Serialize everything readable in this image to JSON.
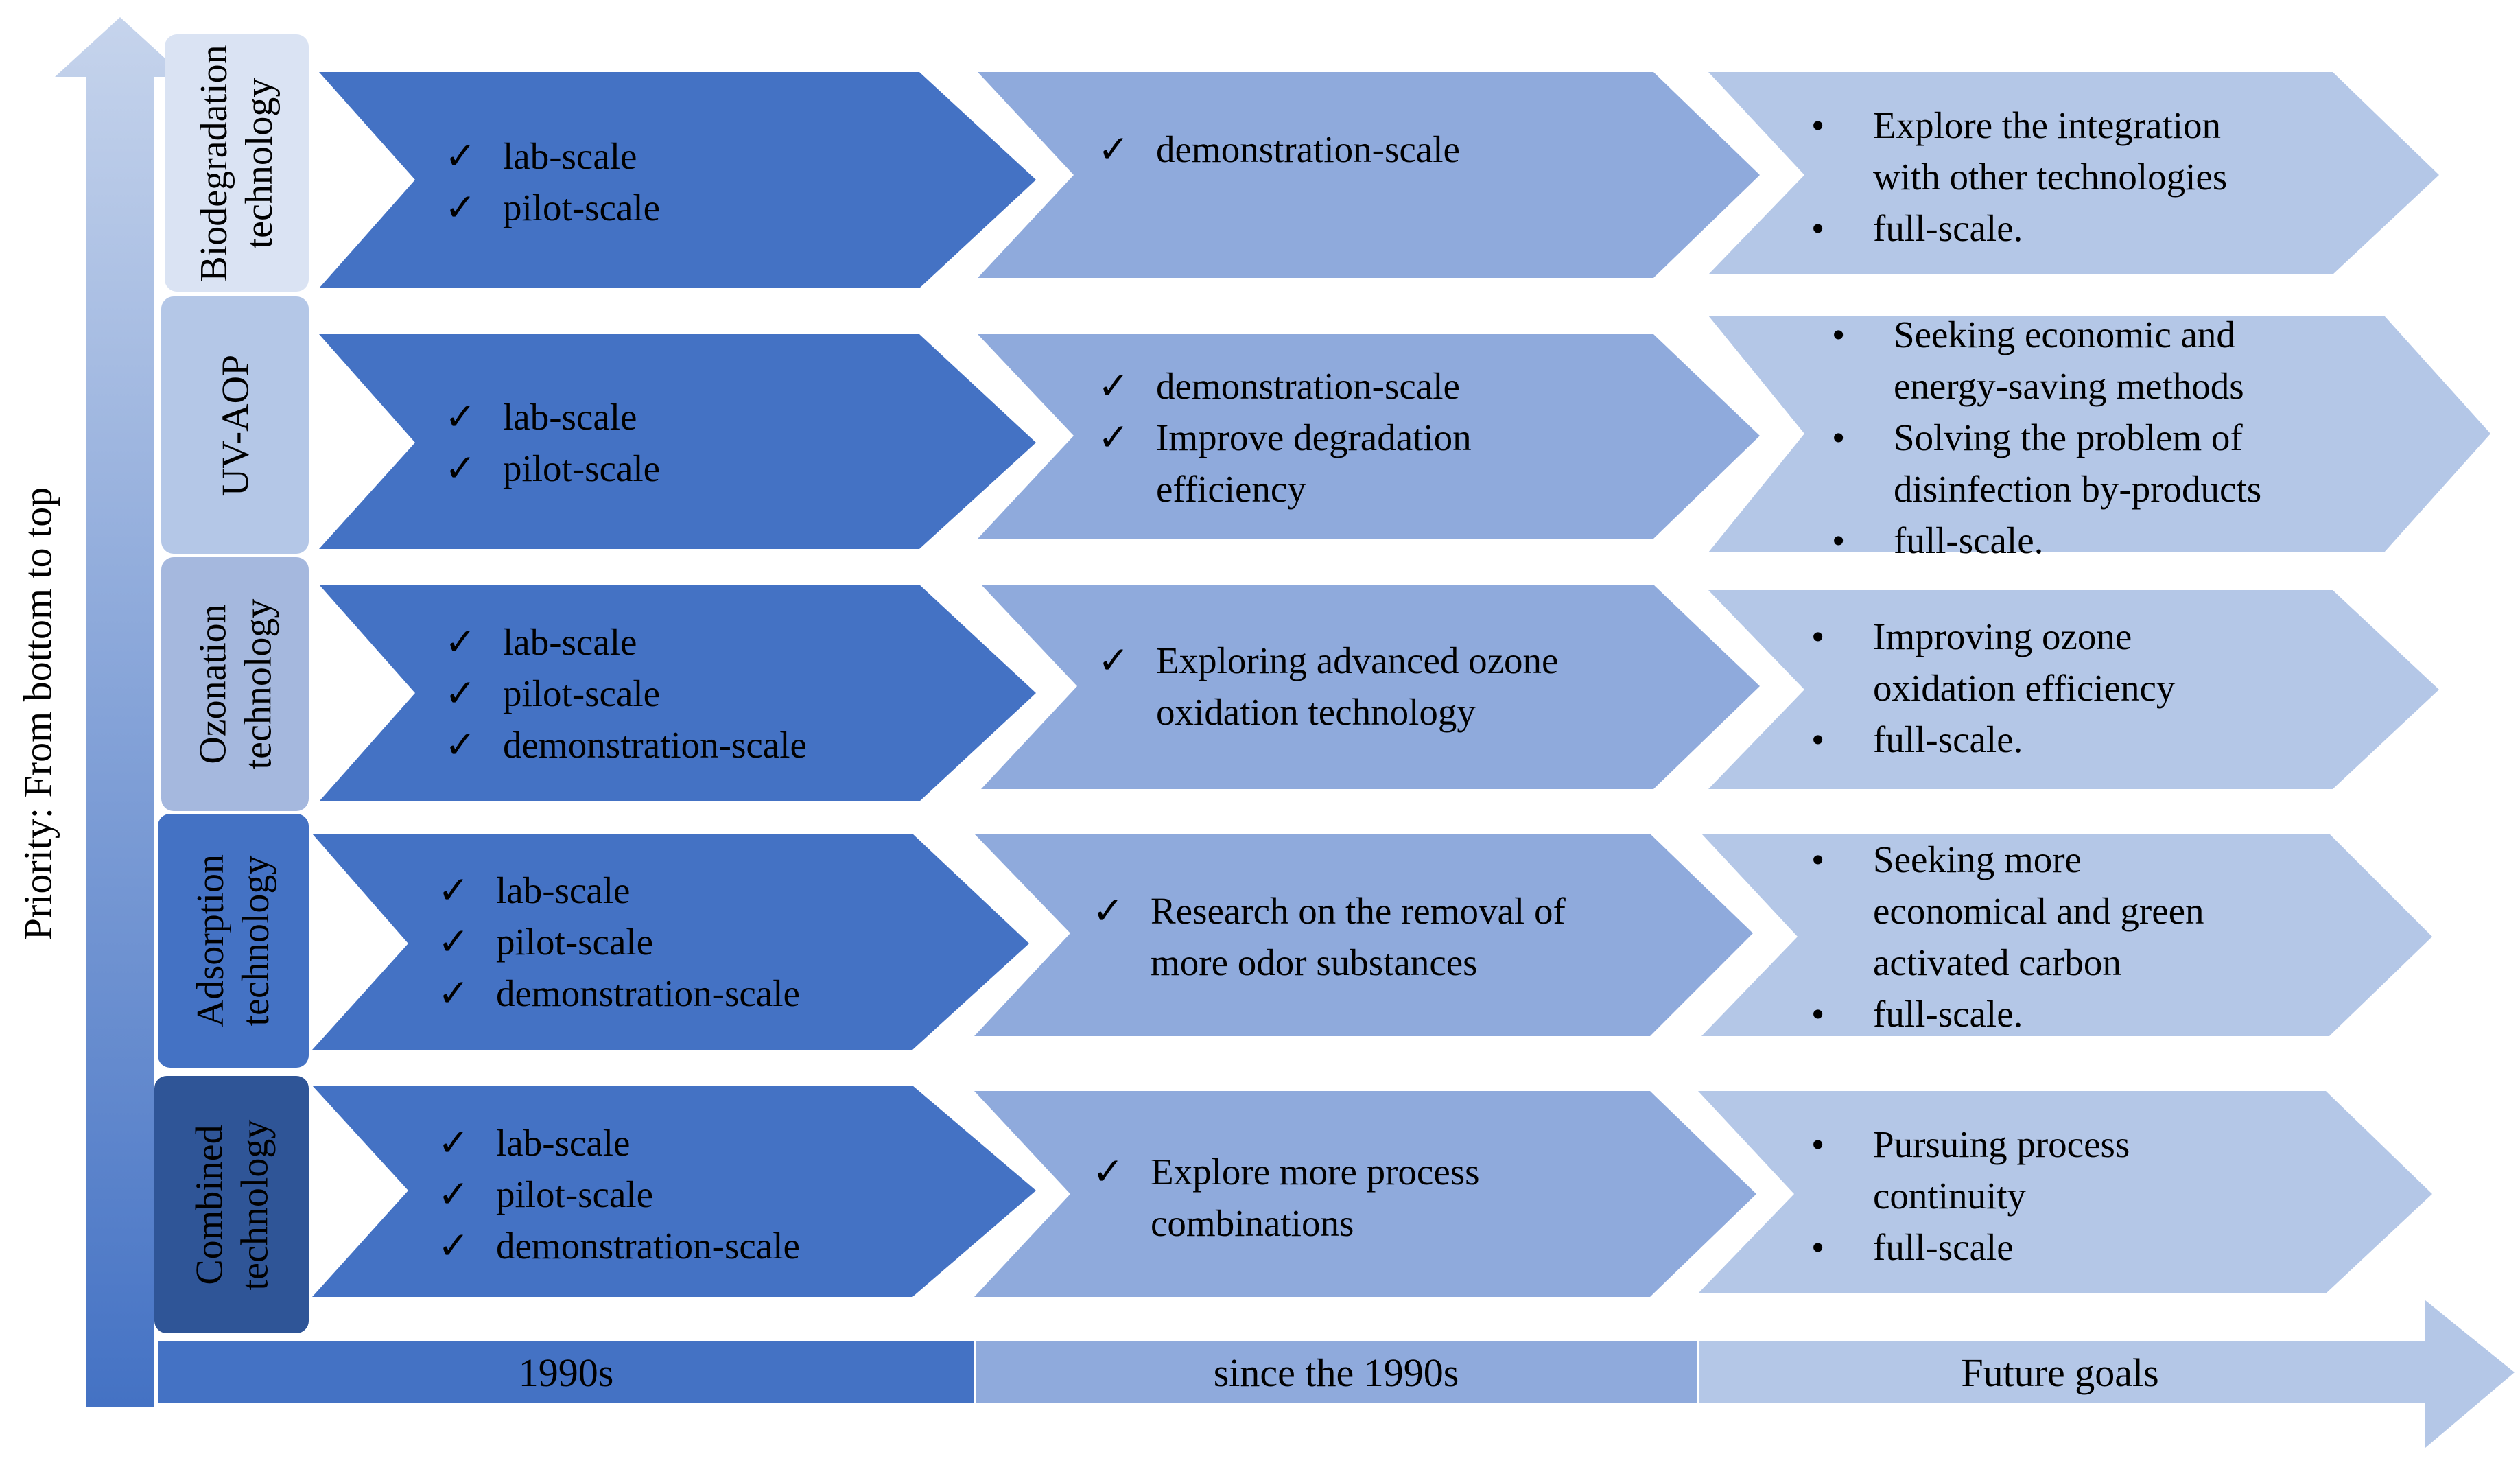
{
  "axis_label": "Priority: From bottom to top",
  "phases": [
    "1990s",
    "since the 1990s",
    "Future goals"
  ],
  "colors": {
    "dark_blue": "#4472C4",
    "mid_blue": "#8FAADC",
    "light_blue": "#B4C7E7",
    "label_bg_1": "#DAE3F3",
    "label_bg_2": "#B4C7E7",
    "label_bg_3": "#A5B8DE",
    "label_bg_4": "#4472C4",
    "label_bg_5": "#2F5597",
    "axis_gradient_top": "#C6D4EC",
    "axis_gradient_bottom": "#4472C4"
  },
  "rows": [
    {
      "label": [
        "Biodegradation",
        "technology"
      ],
      "stage1": [
        "lab-scale",
        "pilot-scale"
      ],
      "stage2": [
        "demonstration-scale"
      ],
      "stage3": [
        "Explore the integration",
        "with other technologies",
        "full-scale."
      ],
      "stage3_bullets": [
        true,
        false,
        true
      ]
    },
    {
      "label": [
        "UV-AOP"
      ],
      "stage1": [
        "lab-scale",
        "pilot-scale"
      ],
      "stage2": [
        "demonstration-scale",
        "Improve degradation",
        "efficiency"
      ],
      "stage2_checks": [
        true,
        true,
        false
      ],
      "stage3": [
        "Seeking economic and",
        "energy-saving methods",
        "Solving the problem of",
        "disinfection by-products",
        "full-scale."
      ],
      "stage3_bullets": [
        true,
        false,
        true,
        false,
        true
      ]
    },
    {
      "label": [
        "Ozonation",
        "technology"
      ],
      "stage1": [
        "lab-scale",
        "pilot-scale",
        "demonstration-scale"
      ],
      "stage2": [
        "Exploring advanced ozone",
        "oxidation technology"
      ],
      "stage2_checks": [
        true,
        false
      ],
      "stage3": [
        "Improving ozone",
        "oxidation efficiency",
        "full-scale."
      ],
      "stage3_bullets": [
        true,
        false,
        true
      ]
    },
    {
      "label": [
        "Adsorption",
        "technology"
      ],
      "stage1": [
        "lab-scale",
        "pilot-scale",
        "demonstration-scale"
      ],
      "stage2": [
        "Research on the removal of",
        "more odor substances"
      ],
      "stage2_checks": [
        true,
        false
      ],
      "stage3": [
        "Seeking more",
        "economical and green",
        "activated carbon",
        "full-scale."
      ],
      "stage3_bullets": [
        true,
        false,
        false,
        true
      ]
    },
    {
      "label": [
        "Combined",
        "technology"
      ],
      "stage1": [
        "lab-scale",
        "pilot-scale",
        "demonstration-scale"
      ],
      "stage2": [
        "Explore more process",
        "combinations"
      ],
      "stage2_checks": [
        true,
        false
      ],
      "stage3": [
        "Pursuing process",
        "continuity",
        "full-scale"
      ],
      "stage3_bullets": [
        true,
        false,
        true
      ]
    }
  ]
}
